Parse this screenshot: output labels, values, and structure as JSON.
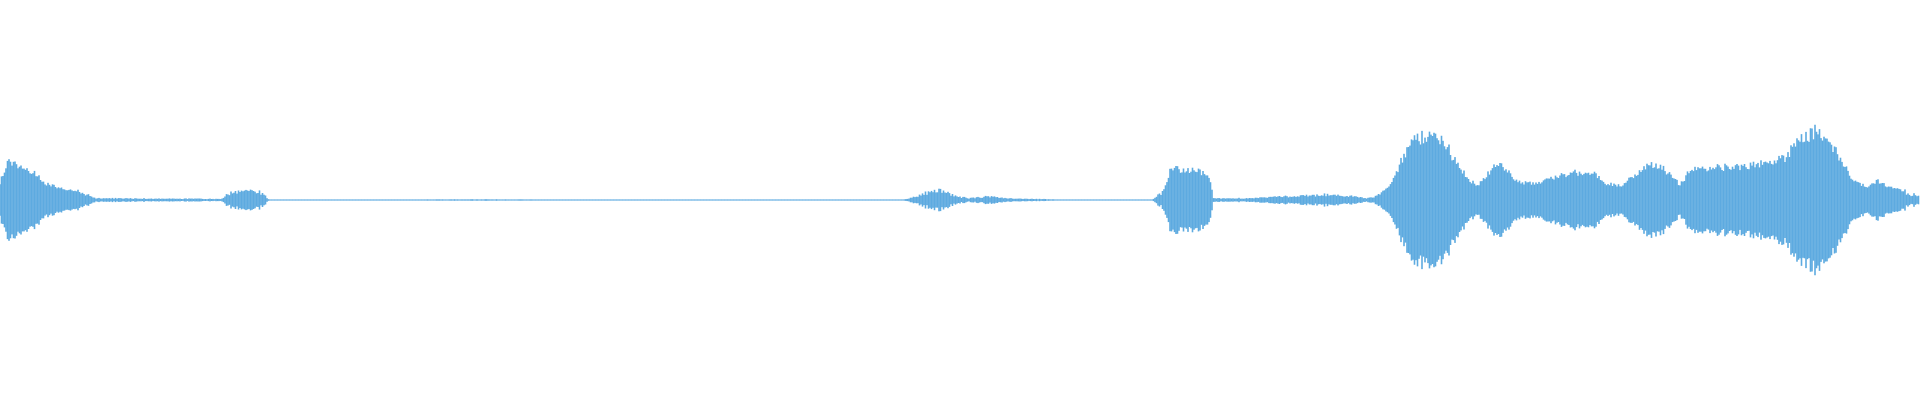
{
  "waveform": {
    "color": "#5DAAE0",
    "background": "#FFFFFF",
    "envelope": [
      [
        0.0,
        0.11
      ],
      [
        0.004,
        0.23
      ],
      [
        0.01,
        0.22
      ],
      [
        0.018,
        0.16
      ],
      [
        0.024,
        0.1
      ],
      [
        0.03,
        0.08
      ],
      [
        0.04,
        0.05
      ],
      [
        0.05,
        0.01
      ],
      [
        0.08,
        0.008
      ],
      [
        0.115,
        0.006
      ],
      [
        0.12,
        0.04
      ],
      [
        0.13,
        0.06
      ],
      [
        0.137,
        0.04
      ],
      [
        0.14,
        0.002
      ],
      [
        0.2,
        0.002
      ],
      [
        0.25,
        0.004
      ],
      [
        0.3,
        0.002
      ],
      [
        0.35,
        0.001
      ],
      [
        0.4,
        0.001
      ],
      [
        0.47,
        0.001
      ],
      [
        0.478,
        0.02
      ],
      [
        0.485,
        0.05
      ],
      [
        0.492,
        0.05
      ],
      [
        0.498,
        0.02
      ],
      [
        0.505,
        0.01
      ],
      [
        0.515,
        0.02
      ],
      [
        0.525,
        0.01
      ],
      [
        0.55,
        0.003
      ],
      [
        0.58,
        0.001
      ],
      [
        0.6,
        0.001
      ],
      [
        0.606,
        0.05
      ],
      [
        0.61,
        0.2
      ],
      [
        0.617,
        0.18
      ],
      [
        0.623,
        0.18
      ],
      [
        0.63,
        0.14
      ],
      [
        0.632,
        0.01
      ],
      [
        0.65,
        0.01
      ],
      [
        0.67,
        0.02
      ],
      [
        0.69,
        0.03
      ],
      [
        0.705,
        0.02
      ],
      [
        0.712,
        0.01
      ],
      [
        0.716,
        0.02
      ],
      [
        0.72,
        0.05
      ],
      [
        0.725,
        0.1
      ],
      [
        0.73,
        0.25
      ],
      [
        0.738,
        0.38
      ],
      [
        0.745,
        0.4
      ],
      [
        0.752,
        0.36
      ],
      [
        0.758,
        0.24
      ],
      [
        0.765,
        0.12
      ],
      [
        0.77,
        0.09
      ],
      [
        0.775,
        0.16
      ],
      [
        0.78,
        0.23
      ],
      [
        0.785,
        0.18
      ],
      [
        0.79,
        0.11
      ],
      [
        0.8,
        0.1
      ],
      [
        0.81,
        0.14
      ],
      [
        0.82,
        0.17
      ],
      [
        0.83,
        0.16
      ],
      [
        0.837,
        0.1
      ],
      [
        0.845,
        0.09
      ],
      [
        0.852,
        0.16
      ],
      [
        0.858,
        0.22
      ],
      [
        0.865,
        0.2
      ],
      [
        0.872,
        0.14
      ],
      [
        0.875,
        0.09
      ],
      [
        0.88,
        0.18
      ],
      [
        0.89,
        0.2
      ],
      [
        0.9,
        0.2
      ],
      [
        0.91,
        0.21
      ],
      [
        0.92,
        0.23
      ],
      [
        0.93,
        0.26
      ],
      [
        0.938,
        0.38
      ],
      [
        0.945,
        0.42
      ],
      [
        0.952,
        0.37
      ],
      [
        0.958,
        0.27
      ],
      [
        0.965,
        0.12
      ],
      [
        0.972,
        0.08
      ],
      [
        0.978,
        0.12
      ],
      [
        0.983,
        0.08
      ],
      [
        0.99,
        0.06
      ],
      [
        0.995,
        0.03
      ],
      [
        1.0,
        0.03
      ]
    ]
  }
}
